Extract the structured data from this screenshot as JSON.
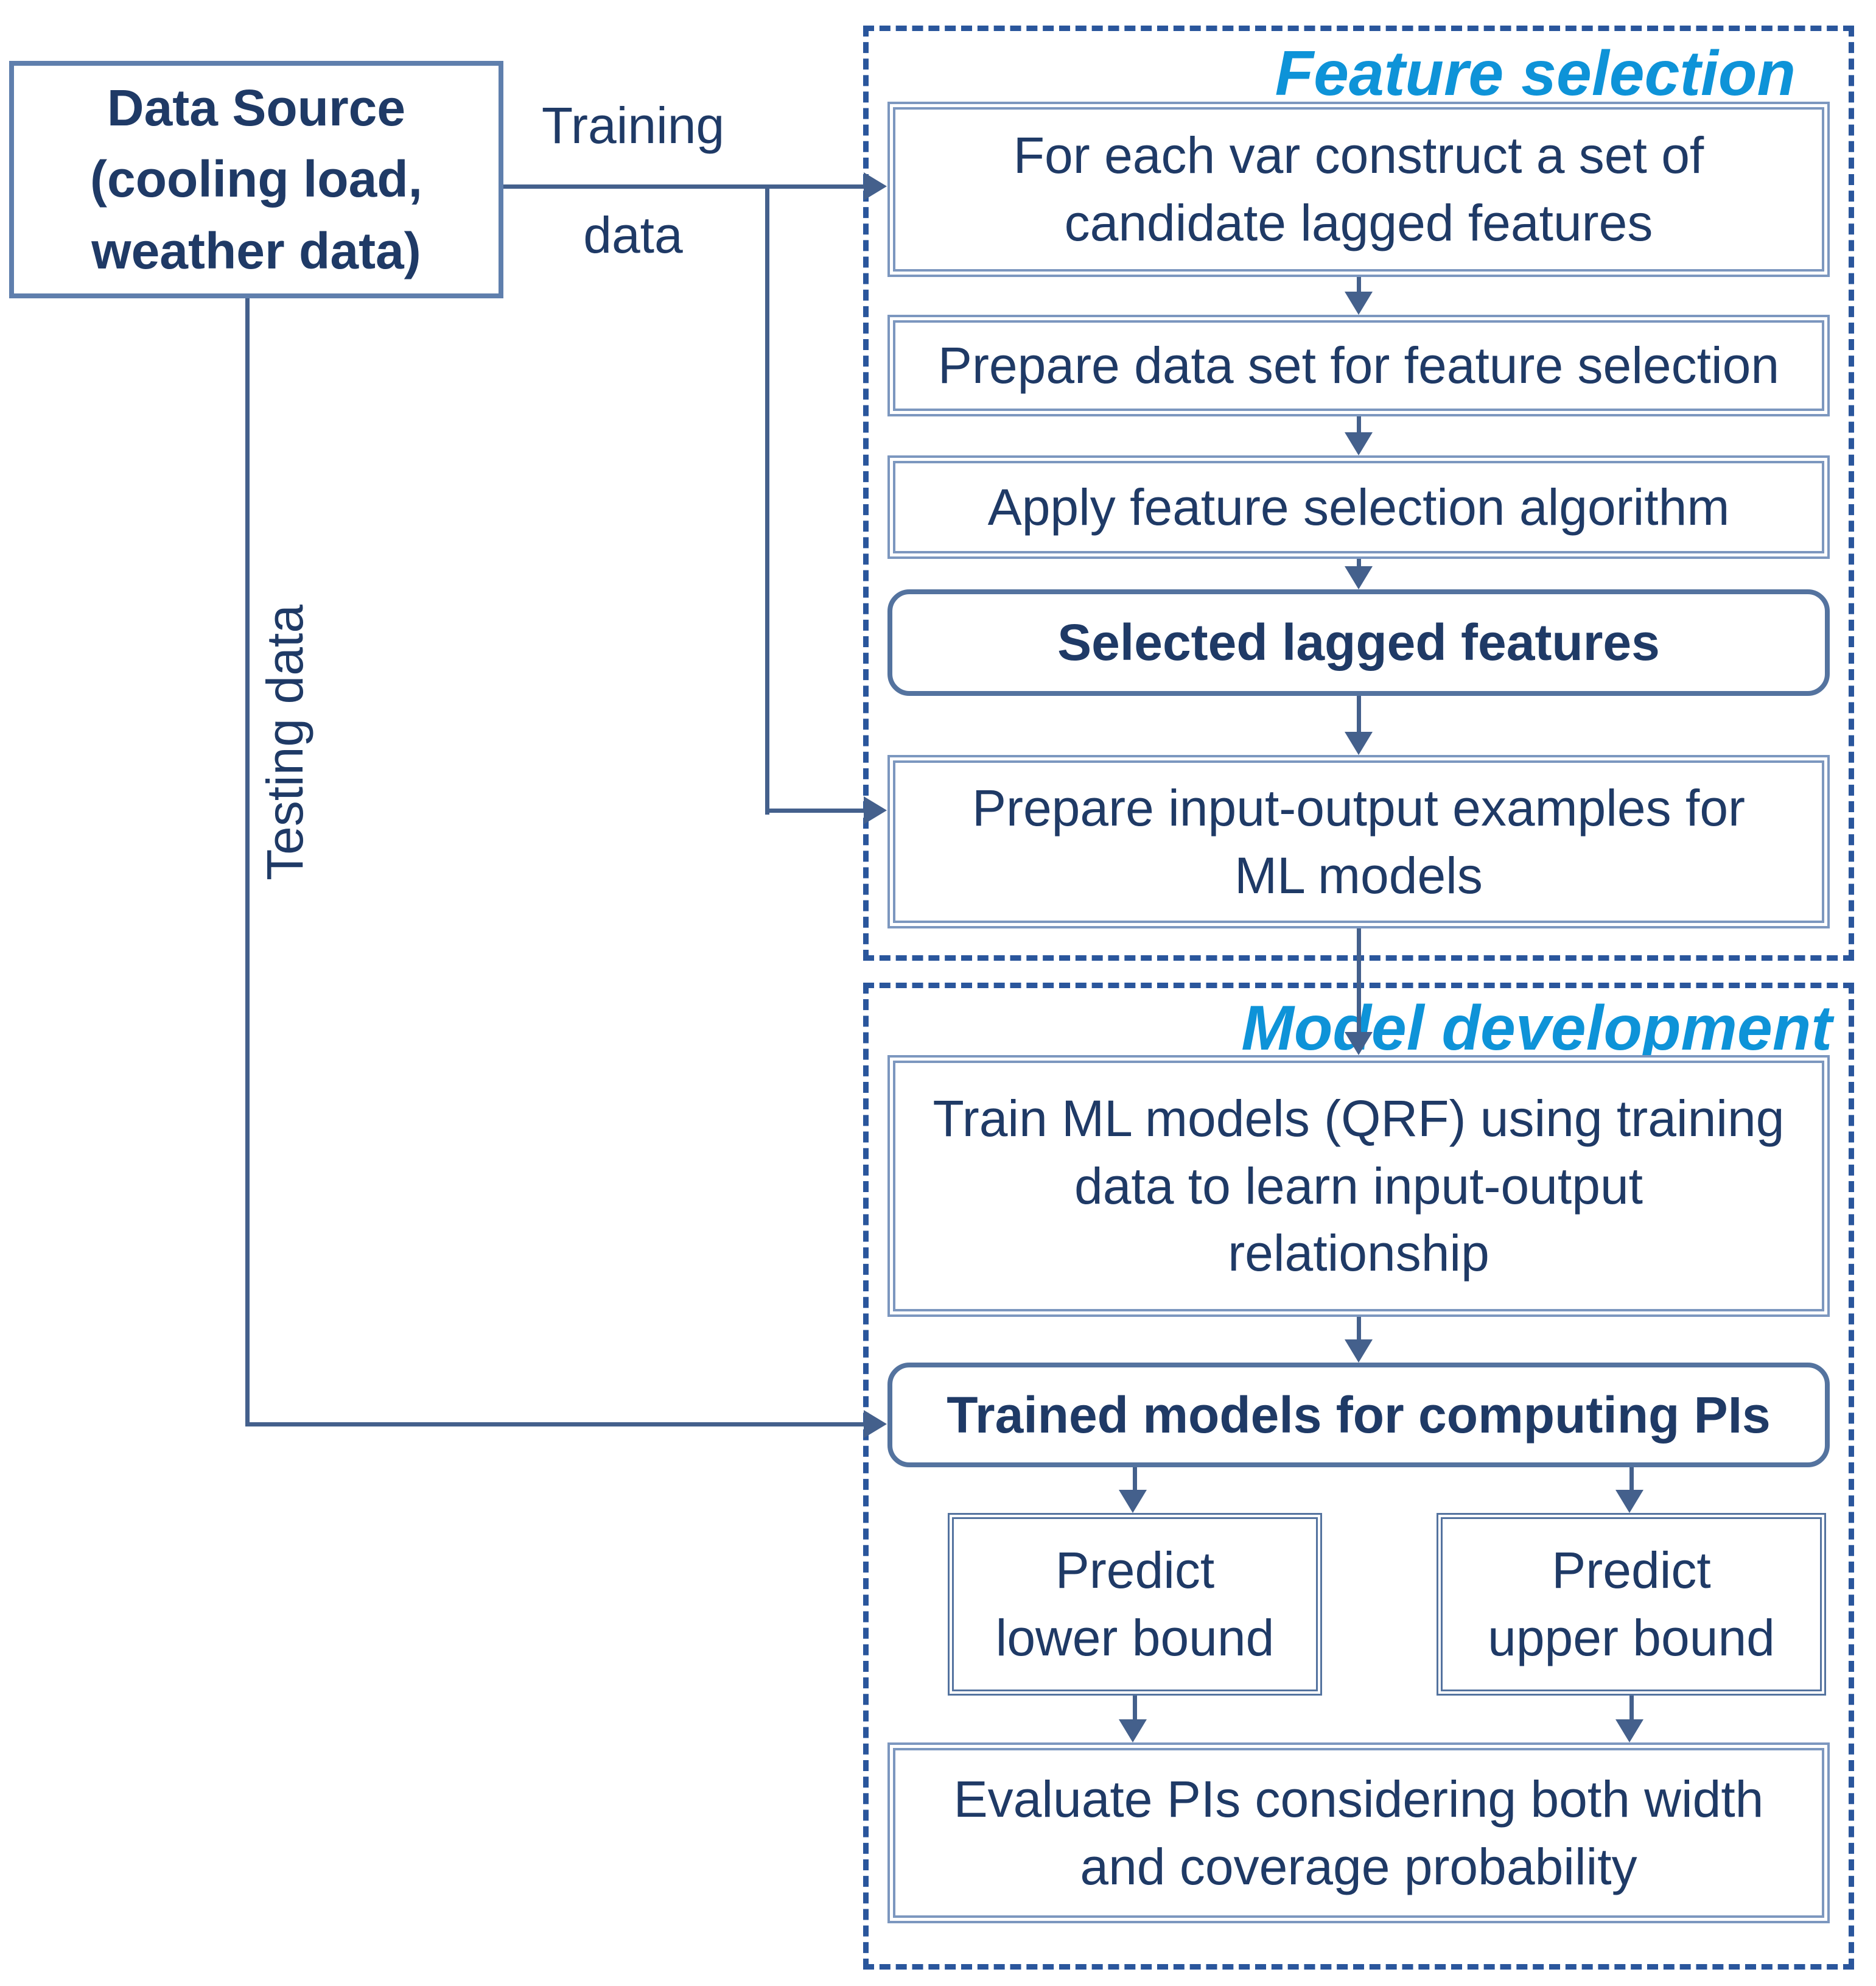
{
  "palette": {
    "section_title_accent": "#0E93D8",
    "rect_border": "#7C97BF",
    "rounded_border": "#54739F",
    "dashed_container_border": "#2A569C",
    "text": "#1F3A66",
    "connector": "#44608C",
    "background": "#FFFFFF"
  },
  "data_source": {
    "label": "Data Source\n(cooling load,\nweather data)"
  },
  "connectors": {
    "training": {
      "label_top": "Training",
      "label_bottom": "data"
    },
    "testing": {
      "label": "Testing data"
    }
  },
  "feature_selection": {
    "title": "Feature selection",
    "steps": [
      {
        "label": "For each var construct a set of\ncandidate lagged features",
        "shape": "rect"
      },
      {
        "label": "Prepare data set for feature selection",
        "shape": "rect"
      },
      {
        "label": "Apply feature selection algorithm",
        "shape": "rect"
      },
      {
        "label": "Selected lagged features",
        "shape": "rounded"
      },
      {
        "label": "Prepare input-output examples for\nML models",
        "shape": "rect"
      }
    ]
  },
  "model_development": {
    "title": "Model development",
    "steps": [
      {
        "label": "Train ML models (QRF) using training\ndata to learn input-output\nrelationship",
        "shape": "rect"
      },
      {
        "label": "Trained models for computing PIs",
        "shape": "rounded"
      },
      {
        "label": "Predict\nlower bound",
        "shape": "rect"
      },
      {
        "label": "Predict\nupper bound",
        "shape": "rect"
      },
      {
        "label": "Evaluate PIs considering both width\nand coverage probability",
        "shape": "rect"
      }
    ]
  }
}
